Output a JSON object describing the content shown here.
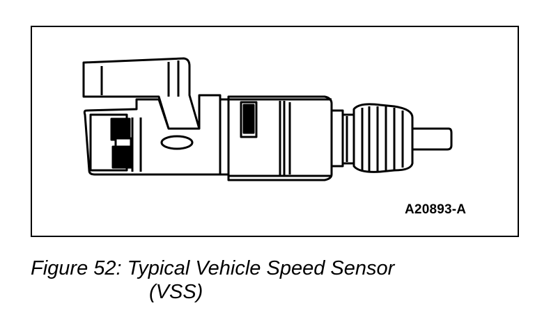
{
  "figure": {
    "id_label": "A20893-A",
    "illustration": "vehicle-speed-sensor-drawing"
  },
  "caption": {
    "line1": "Figure 52: Typical Vehicle Speed Sensor",
    "line2": "(VSS)"
  }
}
